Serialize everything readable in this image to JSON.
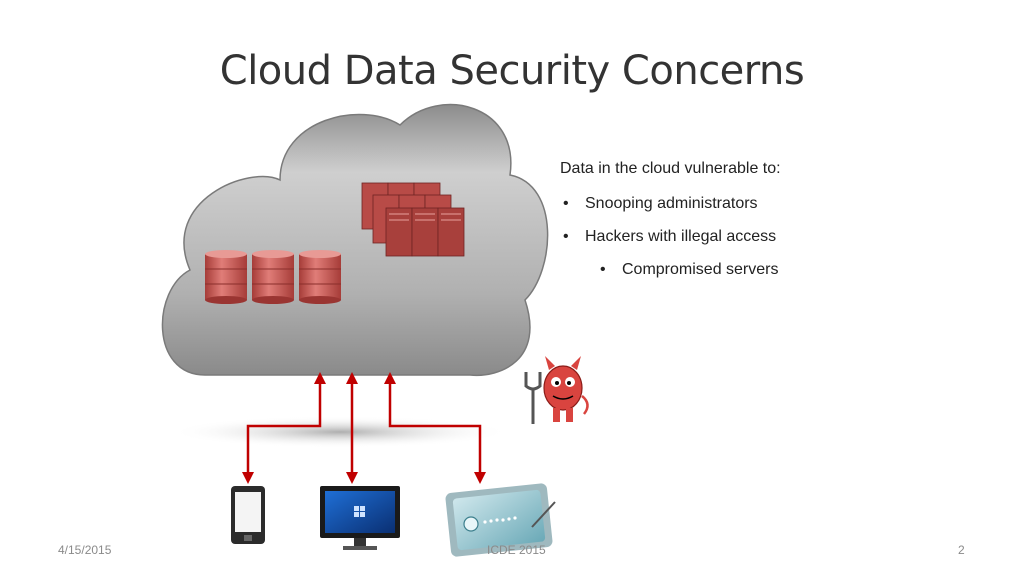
{
  "slide": {
    "title": "Cloud Data Security Concerns",
    "intro": "Data in the cloud vulnerable to:",
    "bullets": [
      {
        "level": 1,
        "marker": "•",
        "text": "Snooping administrators"
      },
      {
        "level": 1,
        "marker": "•",
        "text": "Hackers with illegal access"
      },
      {
        "level": 2,
        "marker": "•",
        "text": "Compromised servers"
      }
    ]
  },
  "footer": {
    "date": "4/15/2015",
    "center": "ICDE 2015",
    "page": "2"
  },
  "colors": {
    "arrow": "#c00000",
    "cloud": "#b3b3b3",
    "storage": "#c0504d",
    "devil": "#d9443f"
  },
  "icons": [
    "cloud-icon",
    "database-icon",
    "server-rack-icon",
    "devil-icon",
    "smartphone-icon",
    "monitor-icon",
    "tablet-icon"
  ]
}
